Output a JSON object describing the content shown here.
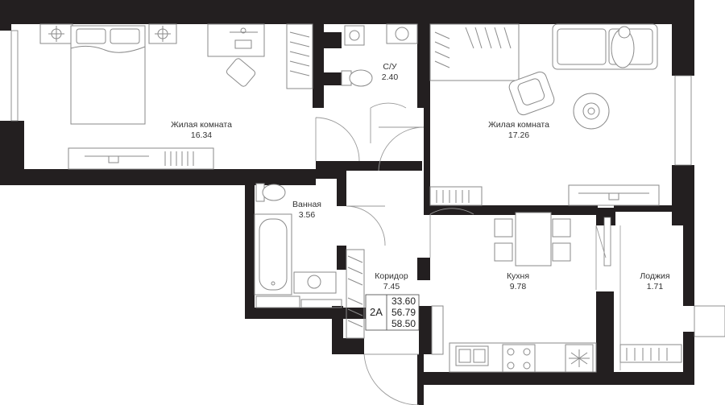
{
  "plan": {
    "colors": {
      "wall": "#231f20",
      "background": "#ffffff",
      "furniture_stroke": "#8a8a8a",
      "label": "#333333"
    },
    "rooms": [
      {
        "id": "living1",
        "name": "Жилая комната",
        "area": "16.34"
      },
      {
        "id": "wc",
        "name": "С/У",
        "area": "2.40"
      },
      {
        "id": "living2",
        "name": "Жилая комната",
        "area": "17.26"
      },
      {
        "id": "bath",
        "name": "Ванная",
        "area": "3.56"
      },
      {
        "id": "corridor",
        "name": "Коридор",
        "area": "7.45"
      },
      {
        "id": "kitchen",
        "name": "Кухня",
        "area": "9.78"
      },
      {
        "id": "loggia",
        "name": "Лоджия",
        "area": "1.71"
      }
    ],
    "summary": {
      "type": "2А",
      "values": [
        "33.60",
        "56.79",
        "58.50"
      ]
    },
    "icons": [
      "bed-icon",
      "desk-icon",
      "armchair-icon",
      "sofa-icon",
      "toilet-icon",
      "sink-icon",
      "bathtub-icon",
      "dining-table-icon",
      "stove-icon",
      "wardrobe-icon",
      "door-icon",
      "window-icon"
    ]
  }
}
